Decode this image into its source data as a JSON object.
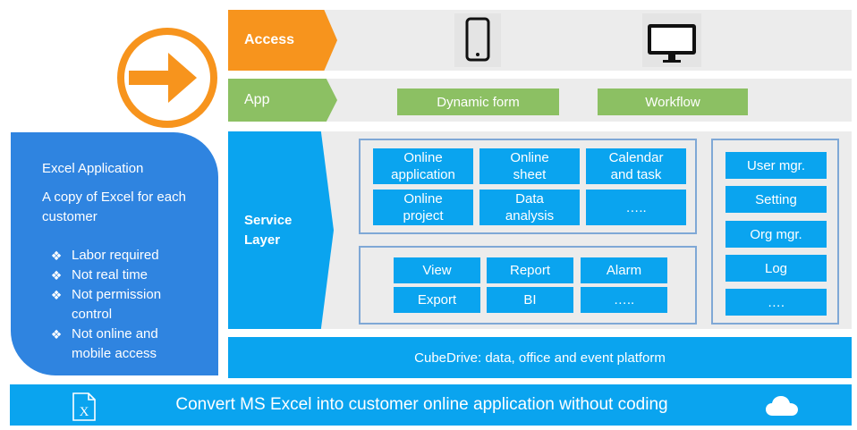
{
  "access": {
    "label": "Access",
    "icons": [
      "phone-icon",
      "monitor-icon"
    ]
  },
  "app": {
    "label": "App",
    "items": [
      "Dynamic form",
      "Workflow"
    ]
  },
  "service": {
    "label_line1": "Service",
    "label_line2": "Layer",
    "group1": [
      "Online\napplication",
      "Online\nsheet",
      "Calendar\nand task",
      "Online\nproject",
      "Data\nanalysis",
      "….."
    ],
    "group2": [
      "View",
      "Report",
      "Alarm",
      "Export",
      "BI",
      "….."
    ],
    "group3": [
      "User mgr.",
      "Setting",
      "Org mgr.",
      "Log",
      "…."
    ]
  },
  "platform": {
    "label": "CubeDrive: data, office and event platform"
  },
  "excel": {
    "title": "Excel Application",
    "subtitle": "A copy of Excel for each customer",
    "bullet_glyph": "❖",
    "features": [
      "Labor required",
      "Not real time",
      "Not permission control",
      "Not online and mobile access"
    ]
  },
  "bottom": {
    "label": "Convert MS Excel into customer online application without coding",
    "left_icon": "excel-file-icon",
    "right_icon": "cloud-icon"
  },
  "colors": {
    "orange": "#f7941d",
    "green": "#8cc063",
    "blue": "#0aa4ef",
    "excel_blue": "#2f84e0",
    "band_gray": "#ececec"
  }
}
